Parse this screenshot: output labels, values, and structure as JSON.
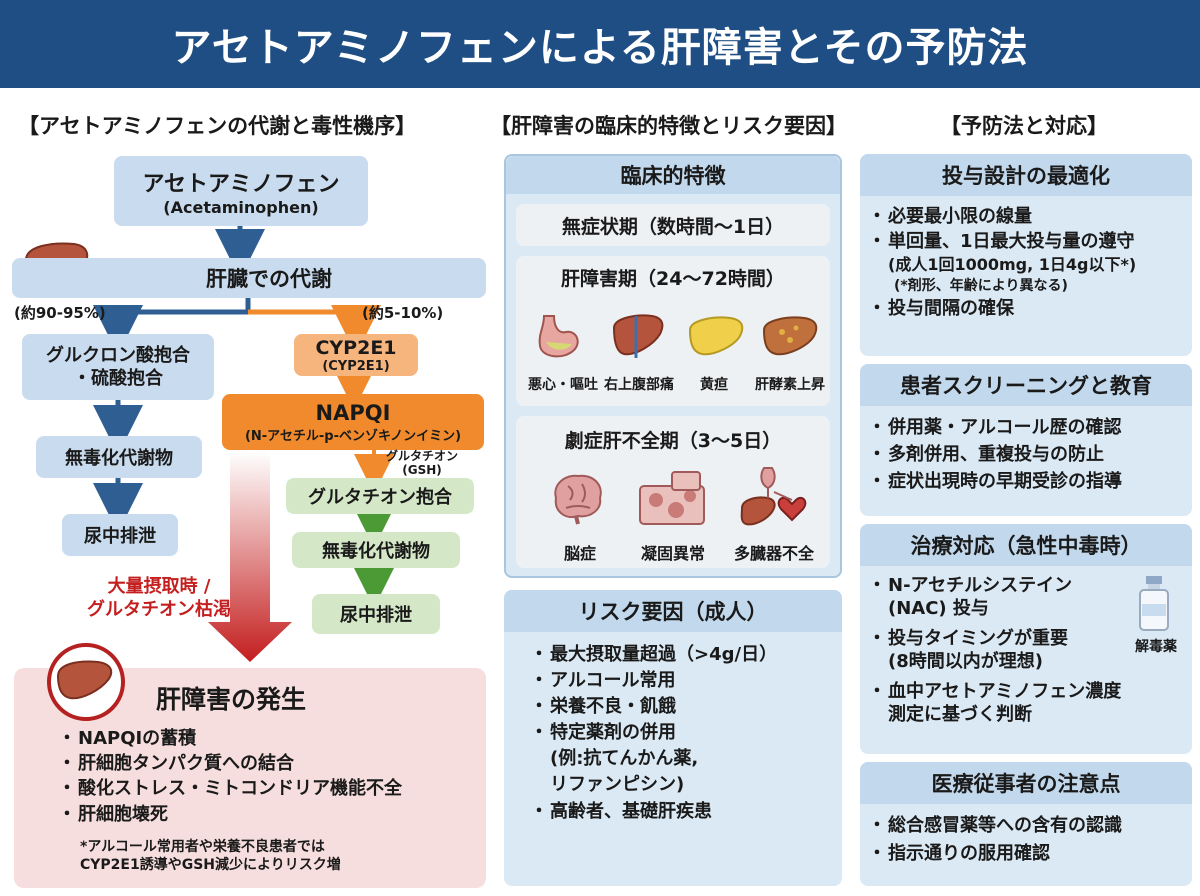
{
  "title": "アセトアミノフェンによる肝障害とその予防法",
  "columns": {
    "left": "【アセトアミノフェンの代謝と毒性機序】",
    "middle": "【肝障害の臨床的特徴とリスク要因】",
    "right": "【予防法と対応】"
  },
  "metabolism": {
    "drug_name": "アセトアミノフェン",
    "drug_name_en": "(Acetaminophen)",
    "liver_metabolism": "肝臓での代謝",
    "pct_main": "(約90-95%)",
    "pct_minor": "(約5-10%)",
    "conjugation_line1": "グルクロン酸抱合",
    "conjugation_line2": "・硫酸抱合",
    "nontoxic_left": "無毒化代謝物",
    "excretion_left": "尿中排泄",
    "cyp_main": "CYP2E1",
    "cyp_sub": "(CYP2E1)",
    "napqi": "NAPQI",
    "napqi_full": "(N-アセチル-p-ベンゾキノンイミン)",
    "gsh_label_line1": "グルタチオン",
    "gsh_label_line2": "(GSH)",
    "gsh_conjugation": "グルタチオン抱合",
    "nontoxic_right": "無毒化代謝物",
    "excretion_right": "尿中排泄",
    "overdose_line1": "大量摂取時 /",
    "overdose_line2": "グルタチオン枯渇"
  },
  "liver_injury": {
    "title": "肝障害の発生",
    "items": [
      "NAPQIの蓄積",
      "肝細胞タンパク質への結合",
      "酸化ストレス・ミトコンドリア機能不全",
      "肝細胞壊死"
    ],
    "note_line1": "*アルコール常用者や栄養不良患者では",
    "note_line2": "CYP2E1誘導やGSH減少によりリスク増"
  },
  "clinical": {
    "title": "臨床的特徴",
    "stage1": "無症状期（数時間〜1日）",
    "stage2": "肝障害期（24〜72時間）",
    "stage2_icons": [
      "悪心・嘔吐",
      "右上腹部痛",
      "黄疸",
      "肝酵素上昇"
    ],
    "stage3": "劇症肝不全期（3〜5日）",
    "stage3_icons": [
      "脳症",
      "凝固異常",
      "多臓器不全"
    ]
  },
  "risk": {
    "title": "リスク要因（成人）",
    "item1": "最大摂取量超過（>4g/日）",
    "item2": "アルコール常用",
    "item3": "栄養不良・飢餓",
    "item4_line1": "特定薬剤の併用",
    "item4_line2": "(例:抗てんかん薬,",
    "item4_line3": "リファンピシン)",
    "item5": "高齢者、基礎肝疾患"
  },
  "dosing": {
    "title": "投与設計の最適化",
    "item1": "必要最小限の線量",
    "item2": "単回量、1日最大投与量の遵守",
    "item2_detail": "(成人1回1000mg, 1日4g以下*)",
    "item2_note": "(*剤形、年齢により異なる)",
    "item3": "投与間隔の確保"
  },
  "screening": {
    "title": "患者スクリーニングと教育",
    "items": [
      "併用薬・アルコール歴の確認",
      "多剤併用、重複投与の防止",
      "症状出現時の早期受診の指導"
    ]
  },
  "treatment": {
    "title": "治療対応（急性中毒時）",
    "item1_line1": "N-アセチルシステイン",
    "item1_line2": "(NAC) 投与",
    "item2_line1": "投与タイミングが重要",
    "item2_line2": "(8時間以内が理想)",
    "item3_line1": "血中アセトアミノフェン濃度",
    "item3_line2": "測定に基づく判断",
    "antidote_label": "解毒薬"
  },
  "staff": {
    "title": "医療従事者の注意点",
    "items": [
      "総合感冒薬等への含有の認識",
      "指示通りの服用確認"
    ]
  },
  "colors": {
    "title_bg": "#1f4e84",
    "blue_box": "#c9dcef",
    "orange_box": "#f7b57e",
    "napqi_box": "#f08a2c",
    "green_box": "#d4e8c8",
    "red_accent": "#c41e1e",
    "injury_panel": "#f7dede",
    "right_panel": "#dbe9f4"
  }
}
